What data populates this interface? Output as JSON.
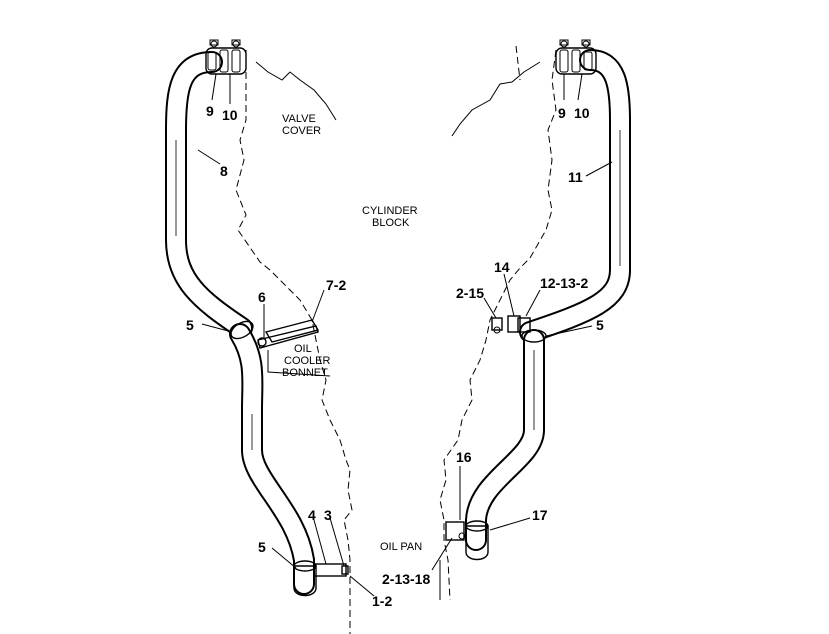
{
  "labels": {
    "valve_cover": [
      "VALVE",
      "COVER"
    ],
    "cylinder_block": [
      "CYLINDER",
      "BLOCK"
    ],
    "oil_cooler_bonnet": [
      "OIL",
      "COOLER",
      "BONNET"
    ],
    "oil_pan": "OIL PAN"
  },
  "callouts": {
    "left_clamp_a": "9",
    "left_clamp_b": "10",
    "left_upper_hose": "8",
    "left_mid_clamp": "5",
    "left_bonnet_fitting": "6",
    "left_bonnet_bolt": "7-2",
    "left_bottom_clamp": "5",
    "left_fitting_4": "4",
    "left_fitting_3": "3",
    "left_bottom_bolt": "1-2",
    "right_clamp_a": "9",
    "right_clamp_b": "10",
    "right_upper_hose": "11",
    "right_bracket_14": "14",
    "right_bolt_2_15": "2-15",
    "right_bolt_12": "12-13-2",
    "right_mid_clamp": "5",
    "right_fitting_16": "16",
    "right_elbow_17": "17",
    "right_bottom_bolt": "2-13-18"
  }
}
